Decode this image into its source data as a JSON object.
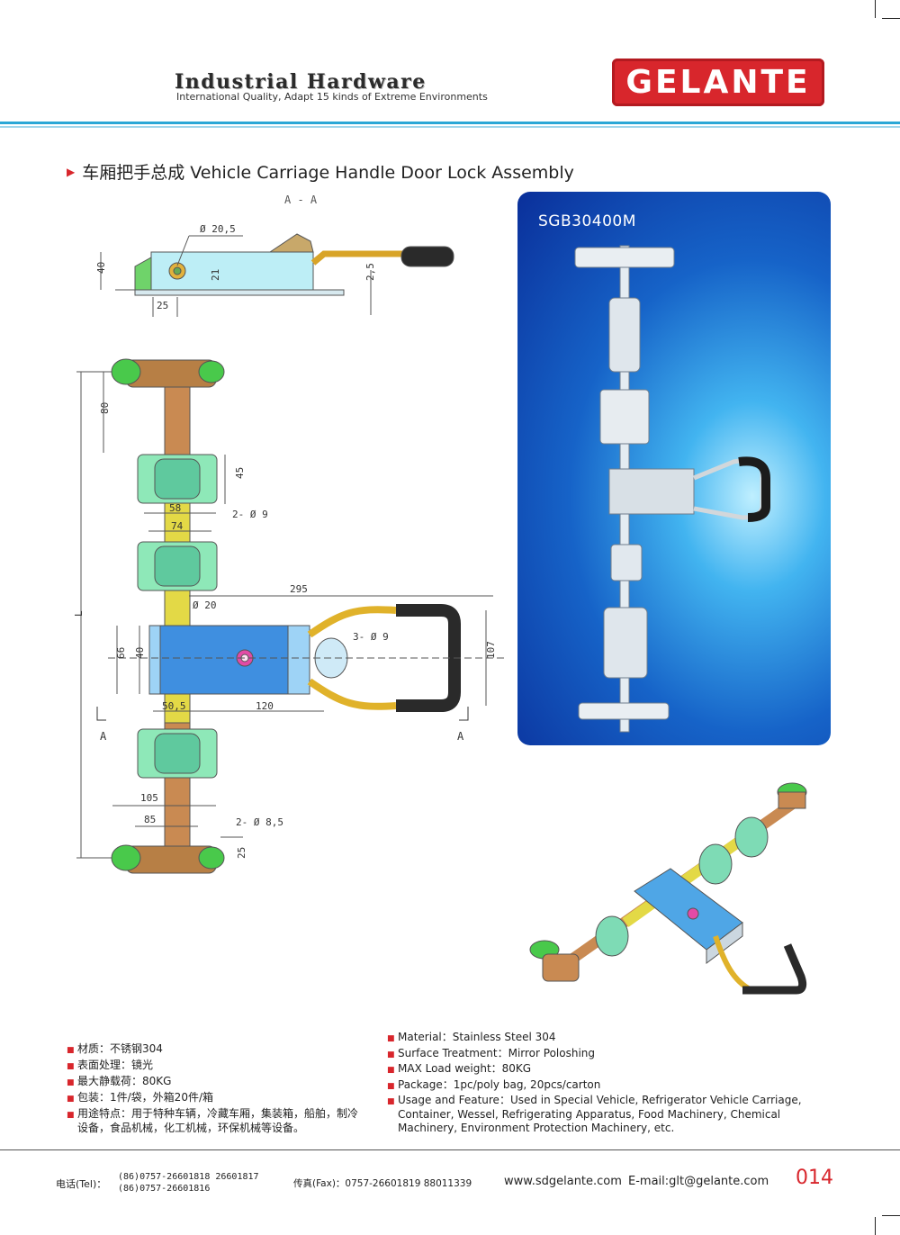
{
  "header": {
    "title": "Industrial Hardware",
    "subtitle": "International Quality, Adapt 15 kinds of Extreme Environments",
    "logo": "GELANTE"
  },
  "section": {
    "title": "车厢把手总成 Vehicle Carriage Handle Door Lock Assembly"
  },
  "photo": {
    "model": "SGB30400M"
  },
  "drawing": {
    "section_label": "A - A",
    "section_marker": "A",
    "dims_top": [
      "Ø 20,5",
      "40",
      "21",
      "2,5",
      "25"
    ],
    "dims_main": [
      "80",
      "45",
      "2- Ø 9",
      "58",
      "74",
      "Ø 20",
      "295",
      "3- Ø 9",
      "66",
      "40",
      "107",
      "L",
      "50,5",
      "120",
      "105",
      "85",
      "2- Ø 8,5",
      "25"
    ]
  },
  "specs_cn": [
    "材质：不锈钢304",
    "表面处理：镜光",
    "最大静载荷：80KG",
    "包装：1件/袋，外箱20件/箱",
    "用途特点：用于特种车辆，冷藏车厢，集装箱，船舶，制冷设备，食品机械，化工机械，环保机械等设备。"
  ],
  "specs_en": [
    "Material：Stainless Steel 304",
    "Surface Treatment：Mirror Poloshing",
    "MAX Load weight：80KG",
    "Package：1pc/poly bag,  20pcs/carton",
    "Usage and Feature：Used in Special Vehicle, Refrigerator Vehicle Carriage, Container, Wessel, Refrigerating Apparatus, Food Machinery, Chemical Machinery, Environment Protection Machinery, etc."
  ],
  "footer": {
    "tel_label": "电话(Tel)：",
    "tel_1": "(86)0757-26601818  26601817",
    "tel_2": "(86)0757-26601816",
    "fax": "传真(Fax)：0757-26601819 88011339",
    "website": "www.sdgelante.com",
    "email": "E-mail:glt@gelante.com",
    "page": "014"
  },
  "colors": {
    "brand_red": "#d8262c",
    "rule_blue": "#2aa7d6",
    "photo_blue": "#1663c8"
  }
}
